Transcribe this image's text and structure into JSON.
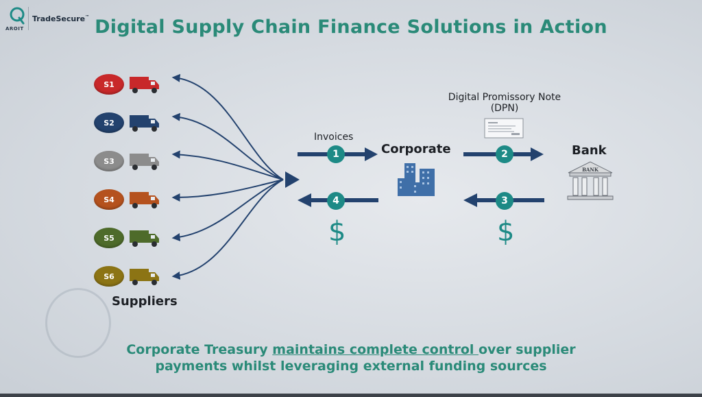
{
  "brand": {
    "logo_text": "AROIT",
    "name": "TradeSecure",
    "tm": "™"
  },
  "title": "Digital Supply Chain Finance Solutions in Action",
  "suppliers": {
    "label": "Suppliers",
    "items": [
      {
        "id": "S1",
        "color": "#c8282a"
      },
      {
        "id": "S2",
        "color": "#23426e"
      },
      {
        "id": "S3",
        "color": "#8c8c8c"
      },
      {
        "id": "S4",
        "color": "#b5521e"
      },
      {
        "id": "S5",
        "color": "#4e6b2a"
      },
      {
        "id": "S6",
        "color": "#8c7414"
      }
    ]
  },
  "flow": {
    "invoices_label": "Invoices",
    "corporate_label": "Corporate",
    "bank_label": "Bank",
    "bank_sign": "BANK",
    "dpn_label_line1": "Digital Promissory Note",
    "dpn_label_line2": "(DPN)",
    "steps": [
      "1",
      "2",
      "3",
      "4"
    ],
    "currency_symbol": "$"
  },
  "footer": {
    "line1_pre": "Corporate Treasury ",
    "line1_underlined": "maintains complete control ",
    "line1_post": "over supplier",
    "line2": "payments whilst leveraging external funding sources"
  },
  "colors": {
    "accent": "#2a8a78",
    "arrow": "#23426e",
    "step": "#1d8a86"
  }
}
